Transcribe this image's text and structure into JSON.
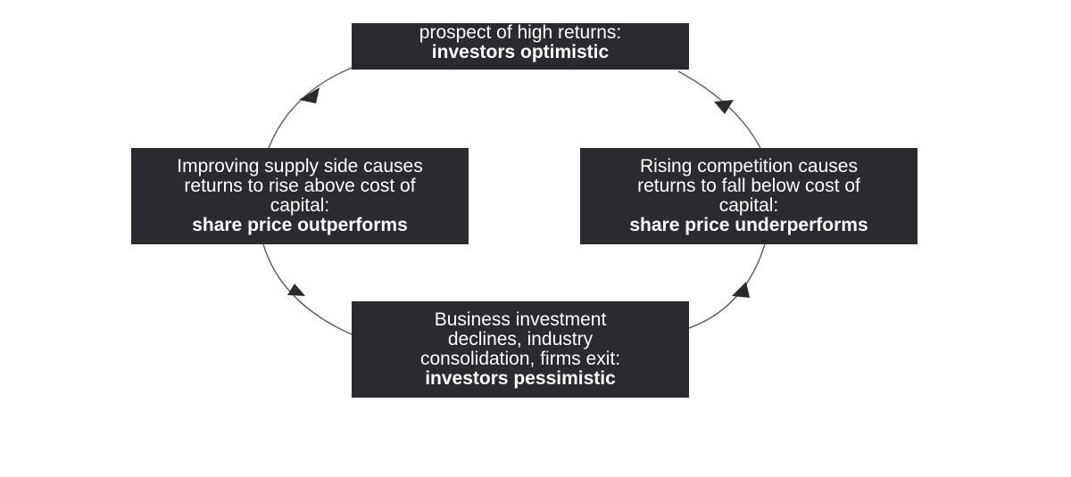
{
  "diagram": {
    "top": {
      "lines": [
        "prospect of high returns:"
      ],
      "emphasis": "investors optimistic"
    },
    "right": {
      "lines": [
        "Rising competition causes",
        "returns to fall below cost of",
        "capital:"
      ],
      "emphasis": "share price underperforms"
    },
    "bottom": {
      "lines": [
        "Business investment",
        "declines, industry",
        "consolidation, firms exit:"
      ],
      "emphasis": "investors pessimistic"
    },
    "left": {
      "lines": [
        "Improving supply side causes",
        "returns to rise above cost of",
        "capital:"
      ],
      "emphasis": "share price outperforms"
    },
    "colors": {
      "box_fill": "#2b2b2f",
      "box_text": "#ffffff",
      "arrow": "#3a3a3a"
    }
  }
}
